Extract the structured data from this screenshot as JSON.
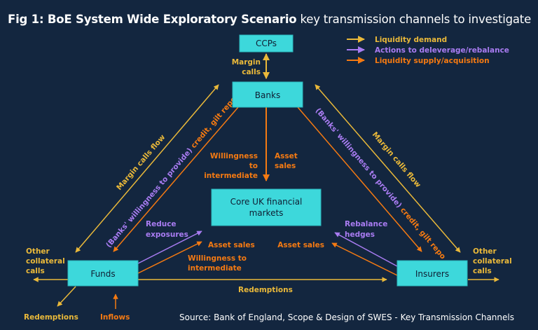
{
  "title": {
    "bold": "Fig 1: BoE System Wide Exploratory Scenario",
    "rest": " key transmission channels to investigate"
  },
  "colors": {
    "background": "#13263f",
    "node_fill": "#3dd8db",
    "liquidity_demand": "#eab93a",
    "deleverage_rebalance": "#a97cf2",
    "liquidity_supply": "#f57a12"
  },
  "legend": [
    {
      "label": "Liquidity demand",
      "color_key": "liquidity_demand"
    },
    {
      "label": "Actions to deleverage/rebalance",
      "color_key": "deleverage_rebalance"
    },
    {
      "label": "Liquidity supply/acquisition",
      "color_key": "liquidity_supply"
    }
  ],
  "nodes": {
    "ccps": "CCPs",
    "banks": "Banks",
    "core_line1": "Core UK financial",
    "core_line2": "markets",
    "funds": "Funds",
    "insurers": "Insurers"
  },
  "labels": {
    "margin_calls_1": "Margin",
    "margin_calls_2": "calls",
    "willingness_1": "Willingness",
    "willingness_2": "to",
    "willingness_3": "intermediate",
    "asset_sales_banks_1": "Asset",
    "asset_sales_banks_2": "sales",
    "margin_calls_flow_left": "Margin calls flow",
    "margin_calls_flow_right": "Margin calls flow",
    "banks_willingness_left_purple": "(Banks' willingness to provide)",
    "banks_willingness_left_orange": " credit, gilt repo",
    "banks_willingness_right_purple": "(Banks' willingness to provide)",
    "banks_willingness_right_orange": " credit, gilt repo",
    "reduce_exposures_1": "Reduce",
    "reduce_exposures_2": "exposures",
    "asset_sales_funds": "Asset sales",
    "willingness_funds_1": "Willingness to",
    "willingness_funds_2": "intermediate",
    "rebalance_hedges_1": "Rebalance",
    "rebalance_hedges_2": "hedges",
    "asset_sales_insurers": "Asset sales",
    "other_collateral_left_1": "Other",
    "other_collateral_left_2": "collateral",
    "other_collateral_left_3": "calls",
    "other_collateral_right_1": "Other",
    "other_collateral_right_2": "collateral",
    "other_collateral_right_3": "calls",
    "redemptions_mid": "Redemptions",
    "redemptions_funds": "Redemptions",
    "inflows": "Inflows"
  },
  "source": "Source: Bank of England, Scope & Design of SWES - Key Transmission Channels"
}
